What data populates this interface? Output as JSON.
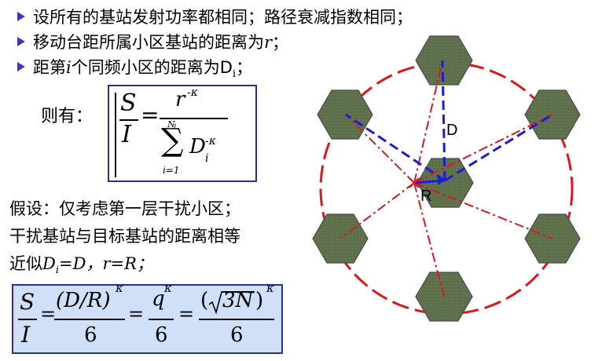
{
  "bullets": [
    {
      "text": "设所有的基站发射功率都相同；路径衰减指数相同；"
    },
    {
      "text_before": "移动台距所属小区基站的距离为",
      "var": "r",
      "text_after": "；"
    },
    {
      "text_before": "距第",
      "var": "i",
      "text_middle": "个同频小区的距离为D",
      "sub": "i",
      "text_after": "；"
    }
  ],
  "formula1": {
    "label": "则有：",
    "lhs_num": "S",
    "lhs_den": "I",
    "equals": "=",
    "numerator": "r",
    "numerator_sup": "-κ",
    "sum_top": "N",
    "sum_top_sub": "I",
    "sum_symbol": "∑",
    "sum_bottom": "i=1",
    "den_var": "D",
    "den_sub": "i",
    "den_sup": "-κ"
  },
  "assumptions": {
    "line1": "假设：仅考虑第一层干扰小区；",
    "line2": "干扰基站与目标基站的距离相等",
    "line3_prefix": "近似",
    "line3_D": "D",
    "line3_sub": "i",
    "line3_eq": "=D，r=R；"
  },
  "formula2": {
    "lhs_num": "S",
    "lhs_den": "I",
    "eq": "=",
    "t1_num": "(D/R)",
    "t1_sup": "κ",
    "t1_den": "6",
    "t2_num": "q",
    "t2_sup": "κ",
    "t2_den": "6",
    "t3_num_open": "(",
    "t3_num_root": "3N",
    "t3_num_close": ")",
    "t3_sup": "κ",
    "t3_den": "6"
  },
  "diagram": {
    "label_D": "D",
    "label_R": "R",
    "colors": {
      "hex_fill": "#5d6e4a",
      "hex_stroke": "#4a4a4a",
      "circle": "#e0161c",
      "blue": "#1c1cd8",
      "red_line": "#e0161c"
    }
  }
}
